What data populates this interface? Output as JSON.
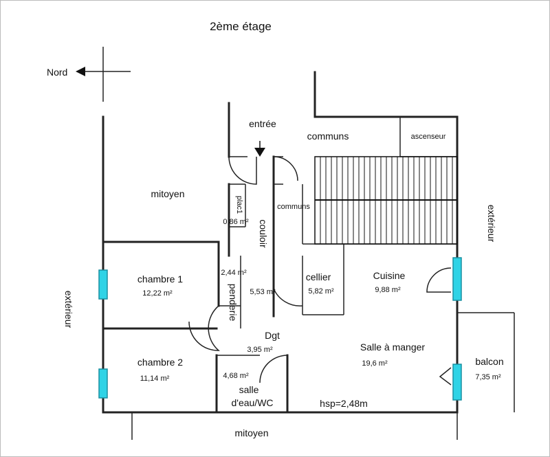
{
  "title": "2ème étage",
  "compass": {
    "label": "Nord"
  },
  "rooms": {
    "entree": "entrée",
    "communs_top": "communs",
    "ascenseur": "ascenseur",
    "communs_side": "communs",
    "mitoyen_top": "mitoyen",
    "placard": "plac1",
    "placard_area": "0,86  m²",
    "couloir": "couloir",
    "couloir_area": "5,53  m²",
    "penderie": "penderie",
    "penderie_area": "2,44  m²",
    "cellier": "cellier",
    "cellier_area": "5,82  m²",
    "cuisine": "Cuisine",
    "cuisine_area": "9,88  m²",
    "chambre1": "chambre 1",
    "chambre1_area": "12,22  m²",
    "chambre2": "chambre 2",
    "chambre2_area": "11,14  m²",
    "dgt": "Dgt",
    "dgt_area": "3,95  m²",
    "sdb_area": "4,68  m²",
    "sdb_line1": "salle",
    "sdb_line2": "d'eau/WC",
    "salle_manger": "Salle à manger",
    "salle_manger_area": "19,6  m²",
    "balcon": "balcon",
    "balcon_area": "7,35  m²",
    "hsp": "hsp=2,48m",
    "mitoyen_bottom": "mitoyen",
    "exterieur_left": "extérieur",
    "exterieur_right": "extérieur"
  },
  "colors": {
    "window": "#2fd3e6",
    "wall": "#222222"
  }
}
